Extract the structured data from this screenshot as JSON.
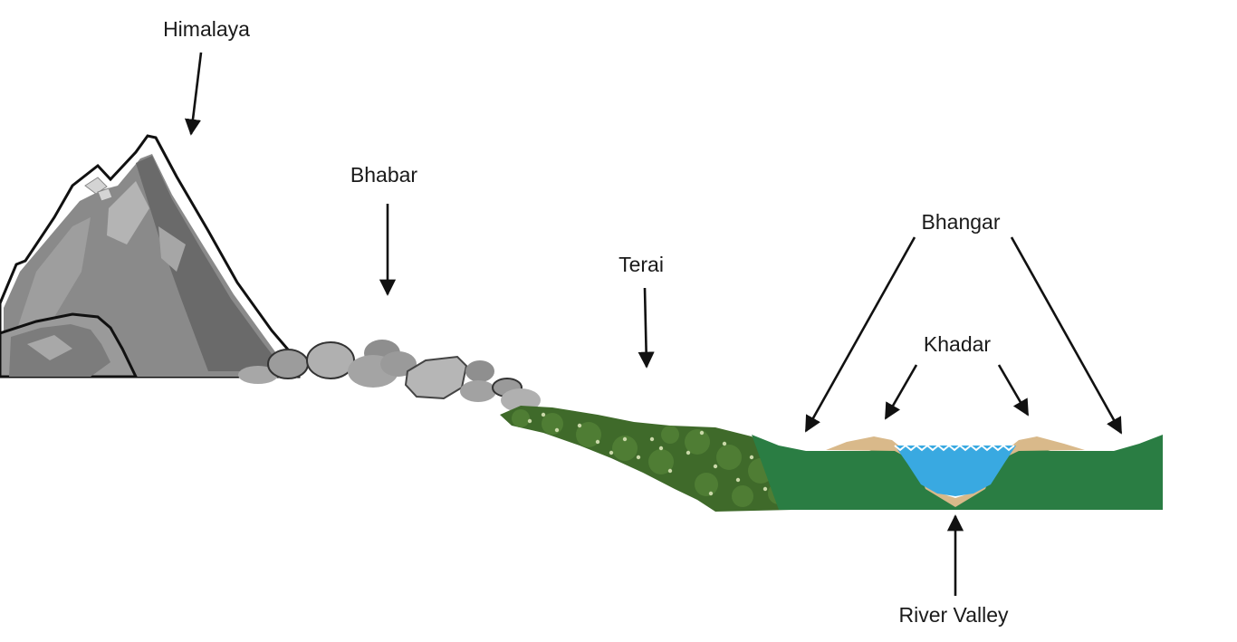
{
  "labels": {
    "himalaya": "Himalaya",
    "bhabar": "Bhabar",
    "terai": "Terai",
    "bhangar": "Bhangar",
    "khadar": "Khadar",
    "river_valley": "River Valley"
  },
  "colors": {
    "mountain_dark": "#6e6e6e",
    "mountain_mid": "#8c8c8c",
    "mountain_light": "#b2b2b2",
    "snow": "#ffffff",
    "boulder": "#a9a9a9",
    "terai_green": "#3f6a2a",
    "plain_green": "#2a7d43",
    "sand": "#d9b98a",
    "water": "#39a9e1",
    "arrow": "#111111"
  }
}
